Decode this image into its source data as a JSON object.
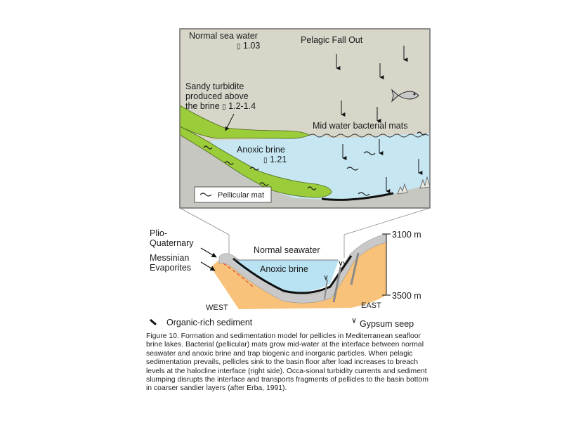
{
  "top_panel": {
    "normal_sea_water": "Normal sea water",
    "normal_sea_water_density": "1.03",
    "pelagic_fall_out": "Pelagic Fall Out",
    "sandy_turbidite_line1": "Sandy turbidite",
    "sandy_turbidite_line2": "produced above",
    "sandy_turbidite_line3": "the brine",
    "sandy_turbidite_density": "1.2-1.4",
    "mid_water_mats": "Mid water bacterial mats",
    "anoxic_brine": "Anoxic brine",
    "anoxic_brine_density": "1.21",
    "legend_pellicular_mat": "Pellicular mat",
    "missing_glyph": "▯",
    "colors": {
      "seawater": "#d8d5c9",
      "brine": "#c6e6f2",
      "turbidite": "#9bcc3a",
      "slope": "#c7c7c1",
      "frame": "#6d6d6d"
    }
  },
  "cross_section": {
    "plio_quaternary_1": "Plio-",
    "plio_quaternary_2": "Quaternary",
    "messinian_1": "Messinian",
    "messinian_2": "Evaporites",
    "normal_seawater": "Normal seawater",
    "anoxic_brine": "Anoxic brine",
    "depth_top": "3100 m",
    "depth_bottom": "3500 m",
    "west": "WEST",
    "east": "EAST",
    "colors": {
      "evaporites": "#f8c27a",
      "sediment": "#c9c9c9",
      "brine": "#b9e2f3"
    }
  },
  "legend": {
    "organic_rich": "Organic-rich sediment",
    "gypsum_seep": "Gypsum seep"
  },
  "caption": "Figure 10. Formation and sedimentation model for pellicles in Mediterranean seafloor brine lakes. Bacterial (pellicular) mats grow mid-water at the interface between normal seawater and anoxic brine and trap biogenic and inorganic particles. When pelagic sedimentation prevails, pellicles sink to the basin floor after load increases to breach levels at the halocline interface (right side). Occa-sional turbidity currents and sediment slumping disrupts the interface and transports fragments of pellicles to the basin bottom in coarser sandier layers (after Erba, 1991)."
}
